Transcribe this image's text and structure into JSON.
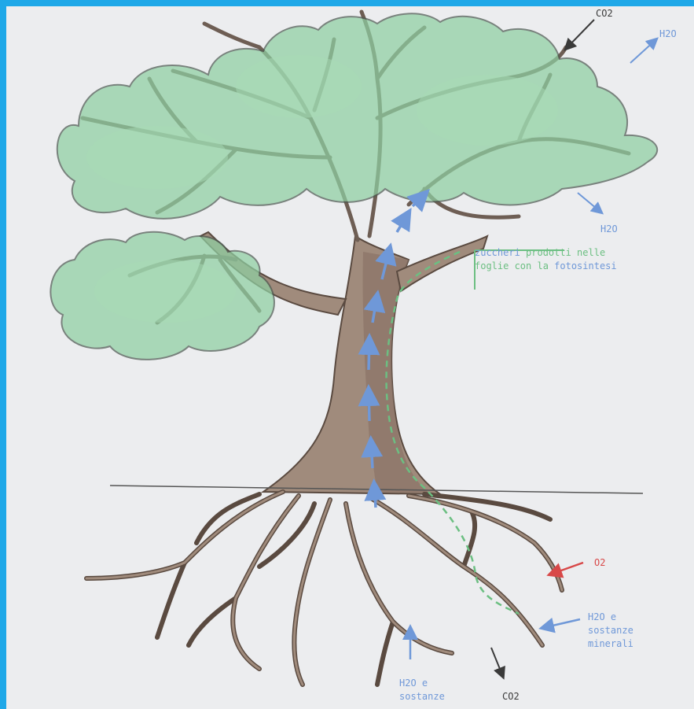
{
  "labels": {
    "co2_top": "CO2",
    "h2o_top_right": "H2O",
    "h2o_right": "H2O",
    "o2": "O2",
    "h2o_minerali_line1": "H2O e",
    "h2o_minerali_line2": "sostanze",
    "h2o_minerali_line3": "minerali",
    "h2o_bottom_line1": "H2O e",
    "h2o_bottom_line2": "sostanze",
    "co2_bottom": "CO2"
  },
  "caption": {
    "line1_word1": "zuccheri",
    "line1_word2": "prodotti nelle",
    "line2_word1": "foglie con la",
    "line2_word2": "fotosintesi"
  },
  "colors": {
    "frame": "#1fa8e8",
    "background": "#ecedef",
    "foliage": "#8fcfa2",
    "trunk": "#a08b7c",
    "water_arrow": "#6f98d8",
    "sugar_arrow": "#6cbf82",
    "oxygen_arrow": "#d84848",
    "co2_arrow": "#3a3a3a"
  }
}
